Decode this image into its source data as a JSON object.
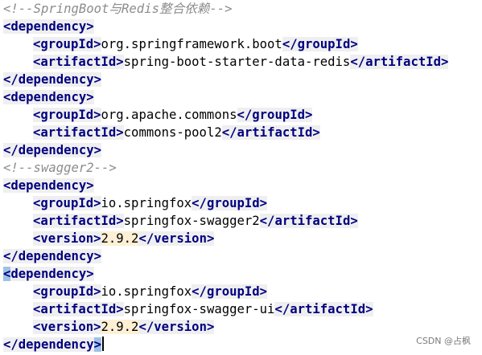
{
  "editor": {
    "language": "xml",
    "lines": [
      {
        "kind": "comment",
        "text": "<!--SpringBoot与Redis整合依赖-->"
      },
      {
        "kind": "open",
        "tag": "dependency"
      },
      {
        "kind": "element",
        "tag": "groupId",
        "value": "org.springframework.boot"
      },
      {
        "kind": "element",
        "tag": "artifactId",
        "value": "spring-boot-starter-data-redis"
      },
      {
        "kind": "close",
        "tag": "dependency"
      },
      {
        "kind": "open",
        "tag": "dependency"
      },
      {
        "kind": "element",
        "tag": "groupId",
        "value": "org.apache.commons"
      },
      {
        "kind": "element",
        "tag": "artifactId",
        "value": "commons-pool2"
      },
      {
        "kind": "close",
        "tag": "dependency"
      },
      {
        "kind": "comment",
        "text": "<!--swagger2-->"
      },
      {
        "kind": "open",
        "tag": "dependency"
      },
      {
        "kind": "element",
        "tag": "groupId",
        "value": "io.springfox"
      },
      {
        "kind": "element",
        "tag": "artifactId",
        "value": "springfox-swagger2"
      },
      {
        "kind": "element",
        "tag": "version",
        "value": "2.9.2",
        "value_highlight": true
      },
      {
        "kind": "close",
        "tag": "dependency"
      },
      {
        "kind": "open",
        "tag": "dependency",
        "bracket_match": true
      },
      {
        "kind": "element",
        "tag": "groupId",
        "value": "io.springfox"
      },
      {
        "kind": "element",
        "tag": "artifactId",
        "value": "springfox-swagger-ui"
      },
      {
        "kind": "element",
        "tag": "version",
        "value": "2.9.2",
        "value_highlight": true
      },
      {
        "kind": "close",
        "tag": "dependency",
        "bracket_match": true,
        "caret": true
      }
    ]
  },
  "watermark": "CSDN @占枫",
  "colors": {
    "tag_name": "#000080",
    "tag_background": "#efefef",
    "comment": "#8c8c8c",
    "text": "#000000",
    "version_value_background": "#fdf0d5",
    "bracket_match_background": "#9ec2e6",
    "background": "#ffffff"
  }
}
